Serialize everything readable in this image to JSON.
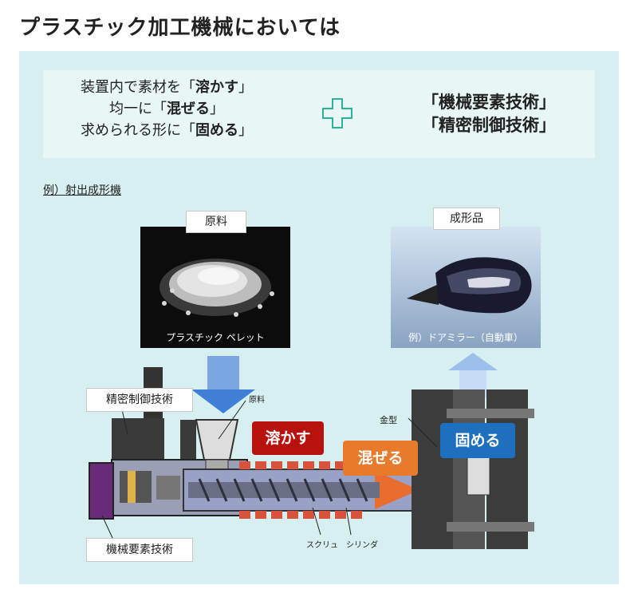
{
  "title": "プラスチック加工機械においては",
  "intro": {
    "line1_prefix": "装置内で素材を「",
    "line1_bold": "溶かす",
    "line1_suffix": "」",
    "line2_prefix": "均一に「",
    "line2_bold": "混ぜる",
    "line2_suffix": "」",
    "line3_prefix": "求められる形に「",
    "line3_bold": "固める",
    "line3_suffix": "」",
    "tech1": "「機械要素技術」",
    "tech2": "「精密制御技術」"
  },
  "example_label": "例）射出成形機",
  "raw_material": {
    "tag": "原料",
    "caption": "プラスチック ペレット"
  },
  "product": {
    "tag": "成形品",
    "caption": "例）ドアミラー（自動車）"
  },
  "labels": {
    "precision_control": "精密制御技術",
    "machine_elements": "機械要素技術",
    "hopper_material": "原料",
    "mold": "金型",
    "screw": "スクリュ",
    "cylinder": "シリンダ"
  },
  "badges": {
    "melt": "溶かす",
    "mix": "混ぜる",
    "solidify": "固める"
  },
  "colors": {
    "panel": "#d7eff0",
    "melt": "#b8120f",
    "mix": "#e87a2c",
    "solidify": "#1f6fbf",
    "arrow": "#5b8fd6",
    "plus": "#2bb39a"
  }
}
